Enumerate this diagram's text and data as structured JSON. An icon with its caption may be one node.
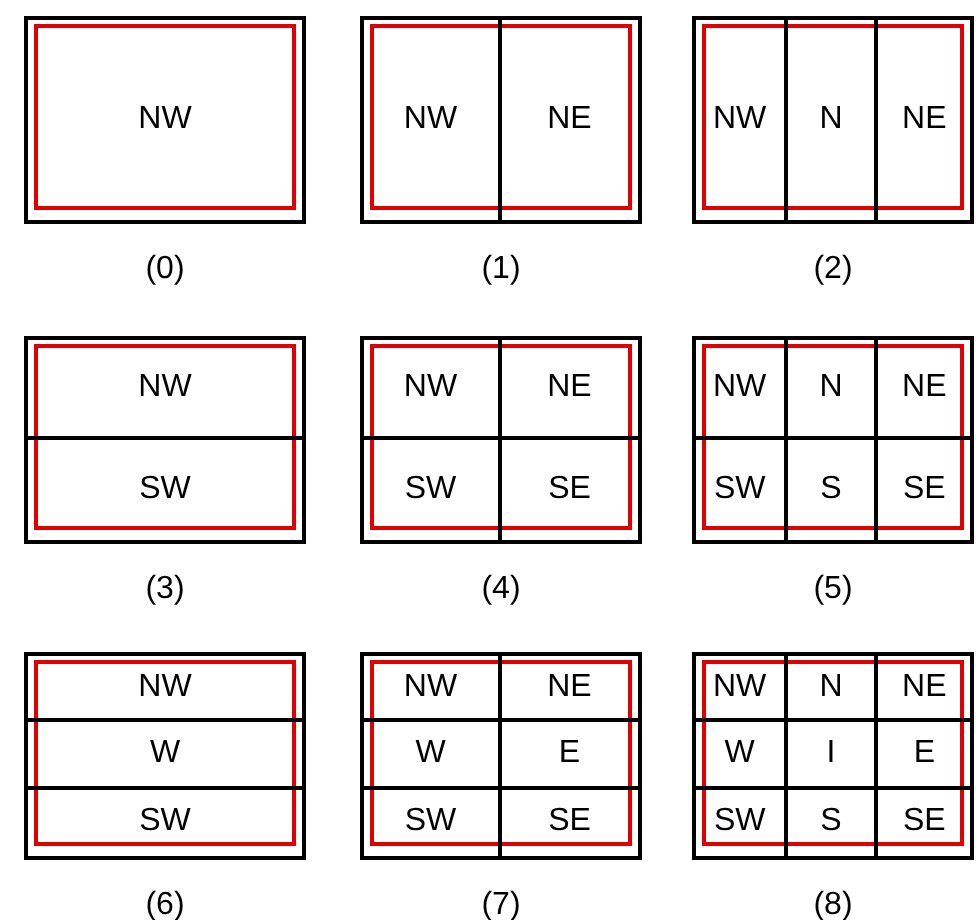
{
  "diagram": {
    "nodes": [
      {
        "text": [],
        "shape": "box",
        "beside": [
          "(0)"
        ]
      },
      {
        "text": [
          "NW"
        ],
        "in": 0
      },
      {
        "text": [],
        "shape": "box",
        "beside": [
          "(1)"
        ]
      },
      {
        "text": [
          "NW"
        ],
        "in": 2
      },
      {
        "text": [
          "NE"
        ],
        "in": 2
      },
      {
        "text": [],
        "shape": "box",
        "beside": [
          "(2)"
        ]
      },
      {
        "text": [
          "NW"
        ],
        "in": 5
      },
      {
        "text": [
          "N"
        ],
        "in": 5
      },
      {
        "text": [
          "NE"
        ],
        "in": 5
      },
      {
        "text": [],
        "shape": "box",
        "beside": [
          "(3)"
        ]
      },
      {
        "text": [
          "NW"
        ],
        "in": 9
      },
      {
        "text": [
          "SW"
        ],
        "in": 9
      },
      {
        "text": [],
        "shape": "box",
        "beside": [
          "(4)"
        ]
      },
      {
        "text": [
          "NW"
        ],
        "in": 12
      },
      {
        "text": [
          "NE"
        ],
        "in": 12
      },
      {
        "text": [
          "SW"
        ],
        "in": 12
      },
      {
        "text": [
          "SE"
        ],
        "in": 12
      },
      {
        "text": [],
        "shape": "box",
        "beside": [
          "(5)"
        ]
      },
      {
        "text": [
          "NW"
        ],
        "in": 17
      },
      {
        "text": [
          "N"
        ],
        "in": 17
      },
      {
        "text": [
          "NE"
        ],
        "in": 17
      },
      {
        "text": [
          "SW"
        ],
        "in": 17
      },
      {
        "text": [
          "S"
        ],
        "in": 17
      },
      {
        "text": [
          "SE"
        ],
        "in": 17
      },
      {
        "text": [],
        "shape": "box",
        "beside": [
          "(6)"
        ]
      },
      {
        "text": [
          "NW"
        ],
        "in": 24
      },
      {
        "text": [
          "W"
        ],
        "in": 24
      },
      {
        "text": [
          "SW"
        ],
        "in": 24
      },
      {
        "text": [],
        "shape": "box",
        "beside": [
          "(7)"
        ]
      },
      {
        "text": [
          "NW"
        ],
        "in": 28
      },
      {
        "text": [
          "NE"
        ],
        "in": 28
      },
      {
        "text": [
          "W"
        ],
        "in": 28
      },
      {
        "text": [
          "E"
        ],
        "in": 28
      },
      {
        "text": [
          "SW"
        ],
        "in": 28
      },
      {
        "text": [
          "SE"
        ],
        "in": 28
      },
      {
        "text": [],
        "shape": "box",
        "beside": [
          "(8)"
        ]
      },
      {
        "text": [
          "NW"
        ],
        "in": 35
      },
      {
        "text": [
          "N"
        ],
        "in": 35
      },
      {
        "text": [
          "NE"
        ],
        "in": 35
      },
      {
        "text": [
          "W"
        ],
        "in": 35
      },
      {
        "text": [
          "I"
        ],
        "in": 35
      },
      {
        "text": [
          "E"
        ],
        "in": 35
      },
      {
        "text": [
          "SW"
        ],
        "in": 35
      },
      {
        "text": [
          "S"
        ],
        "in": 35
      },
      {
        "text": [
          "SE"
        ],
        "in": 35
      }
    ],
    "edges": []
  }
}
